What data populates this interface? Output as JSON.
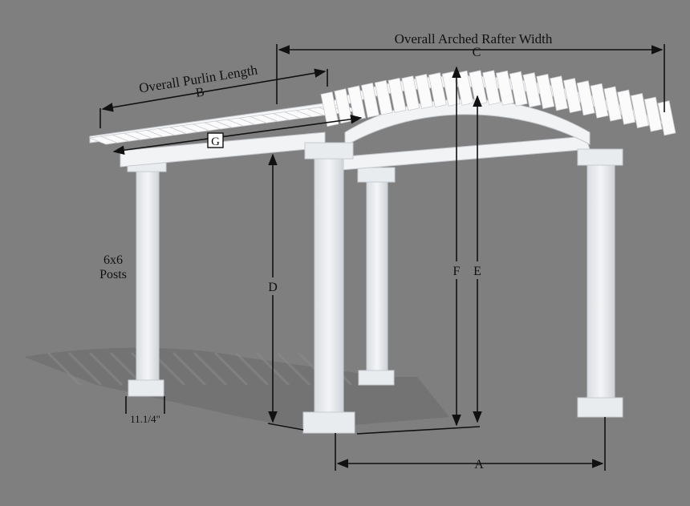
{
  "labels": {
    "overall_arched_rafter_width": "Overall Arched Rafter Width",
    "c": "C",
    "overall_purlin_length": "Overall Purlin Length",
    "b": "B",
    "g": "G",
    "posts_size": "6x6",
    "posts_word": "Posts",
    "d": "D",
    "f": "F",
    "e": "E",
    "a": "A",
    "post_base_width": "11.1/4\""
  },
  "colors": {
    "background": "#7f7f7f",
    "structure": "#eef0f2",
    "dimension_lines": "#111111",
    "shadow": "#6f6f6f"
  }
}
